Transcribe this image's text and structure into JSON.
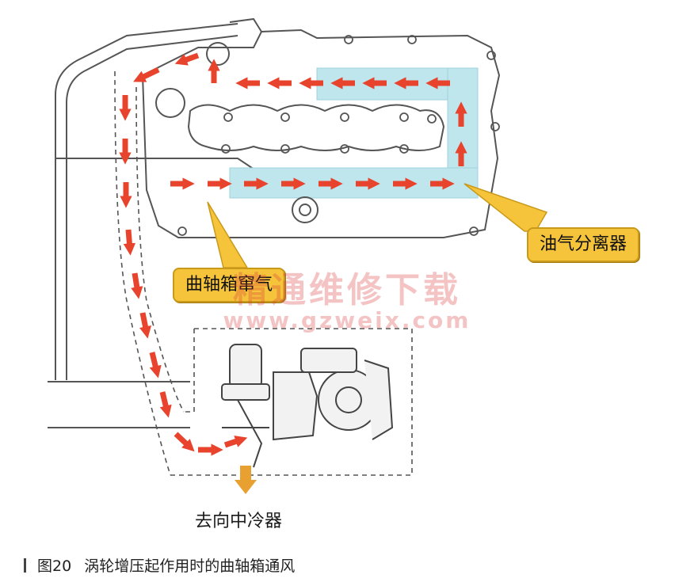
{
  "labels": {
    "oil_separator": "油气分离器",
    "crankcase_blowby": "曲轴箱窜气",
    "to_intercooler": "去向中冷器"
  },
  "caption": {
    "figure_number": "图20",
    "text": "涡轮增压起作用时的曲轴箱通风"
  },
  "watermark": {
    "line1": "精通维修下载",
    "line2": "www.gzweix.com"
  },
  "colors": {
    "flow_arrow": "#e8432d",
    "separator_highlight": "#bfe6ec",
    "callout_fill": "#f5c43a",
    "outline": "#555555",
    "down_arrow": "#e8a030"
  }
}
